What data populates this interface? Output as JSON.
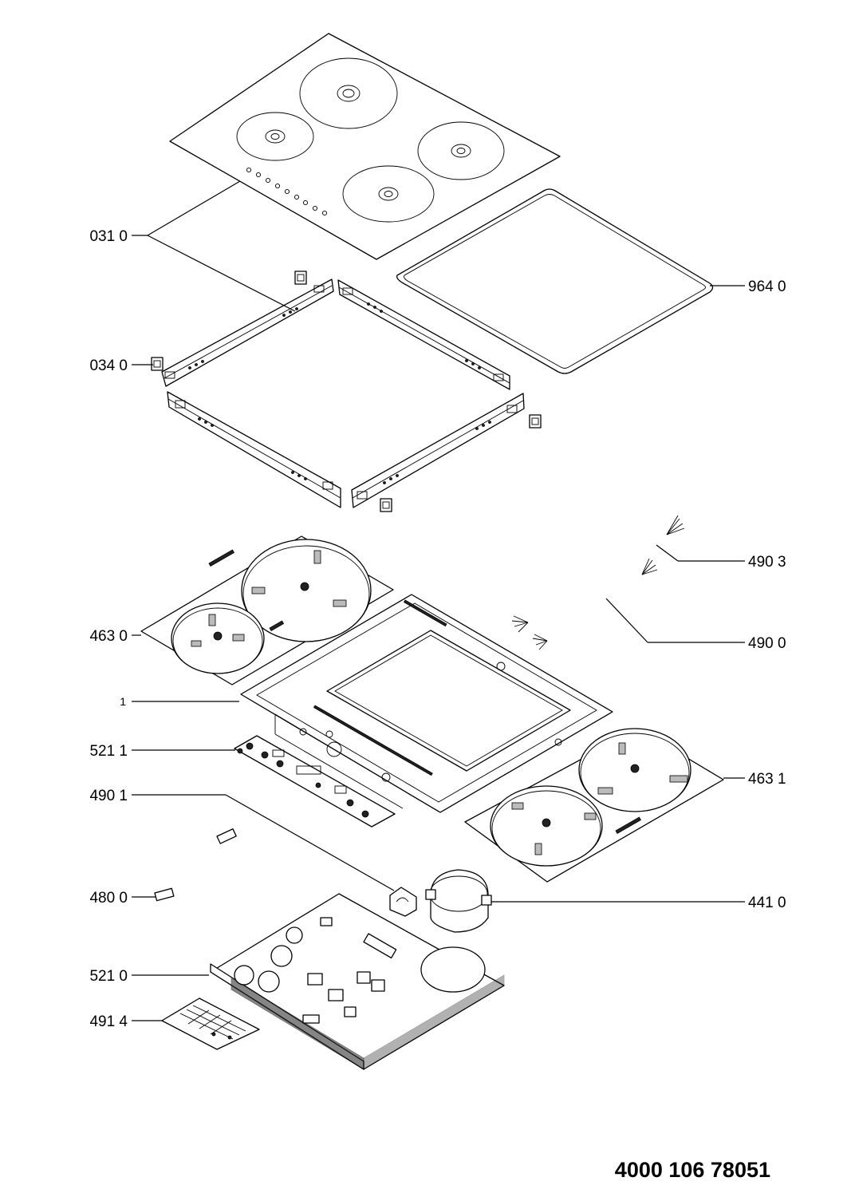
{
  "diagram": {
    "labels": {
      "p0310": "031 0",
      "p9640": "964 0",
      "p0340": "034 0",
      "p4903": "490 3",
      "p4630": "463 0",
      "p4900": "490 0",
      "p1": "1",
      "p5211": "521 1",
      "p4631": "463 1",
      "p4901": "490 1",
      "p4800": "480 0",
      "p4410": "441 0",
      "p5210": "521 0",
      "p4914": "491 4"
    },
    "document_code": "4000 106 78051"
  }
}
